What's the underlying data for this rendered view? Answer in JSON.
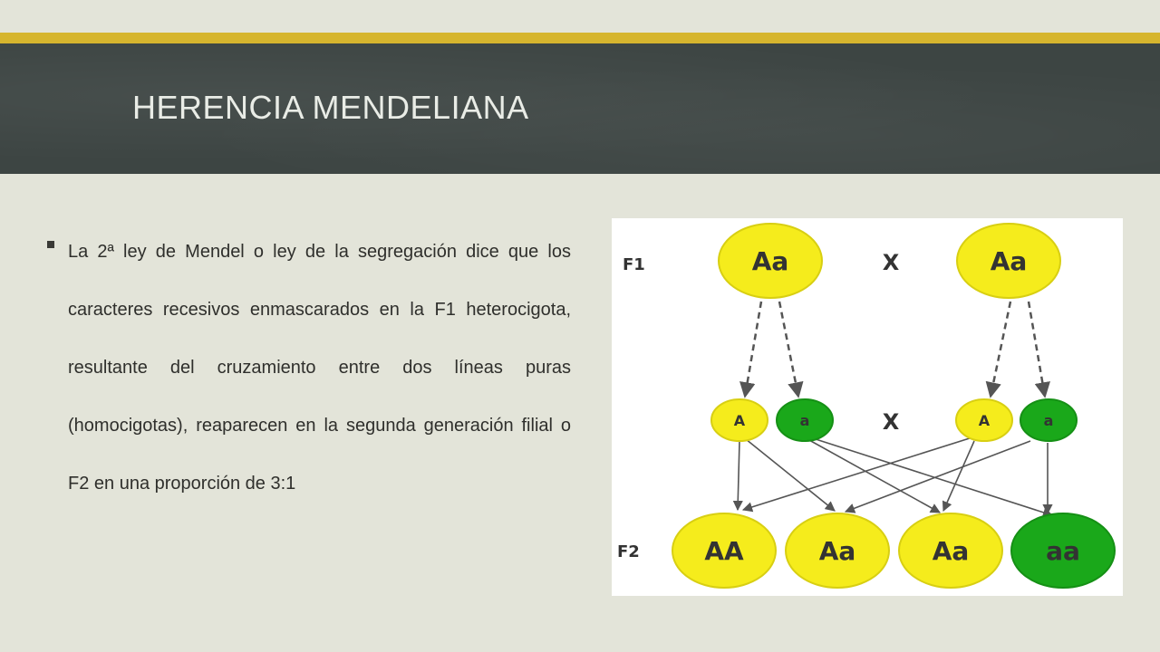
{
  "slide": {
    "title": "HERENCIA MENDELIANA",
    "accent_color": "#d6b52e",
    "band_color": "#3d4543",
    "bullet_text": "La 2ª ley de Mendel o ley de la segregación dice que los caracteres recesivos enmascarados en la F1 heterocigota, resultante del cruzamiento entre dos líneas puras (homocigotas), reaparecen en la segunda generación filial o F2 en una proporción de 3:1"
  },
  "diagram": {
    "row_labels": {
      "f1": "F1",
      "f2": "F2"
    },
    "cross_symbol": "X",
    "colors": {
      "dominant": "#f5ec1c",
      "recessive": "#1aa81a",
      "arrow": "#555555"
    },
    "parents": [
      {
        "genotype": "Aa"
      },
      {
        "genotype": "Aa"
      }
    ],
    "gametes": [
      {
        "allele": "A"
      },
      {
        "allele": "a"
      },
      {
        "allele": "A"
      },
      {
        "allele": "a"
      }
    ],
    "offspring": [
      {
        "genotype": "AA"
      },
      {
        "genotype": "Aa"
      },
      {
        "genotype": "Aa"
      },
      {
        "genotype": "aa"
      }
    ]
  }
}
